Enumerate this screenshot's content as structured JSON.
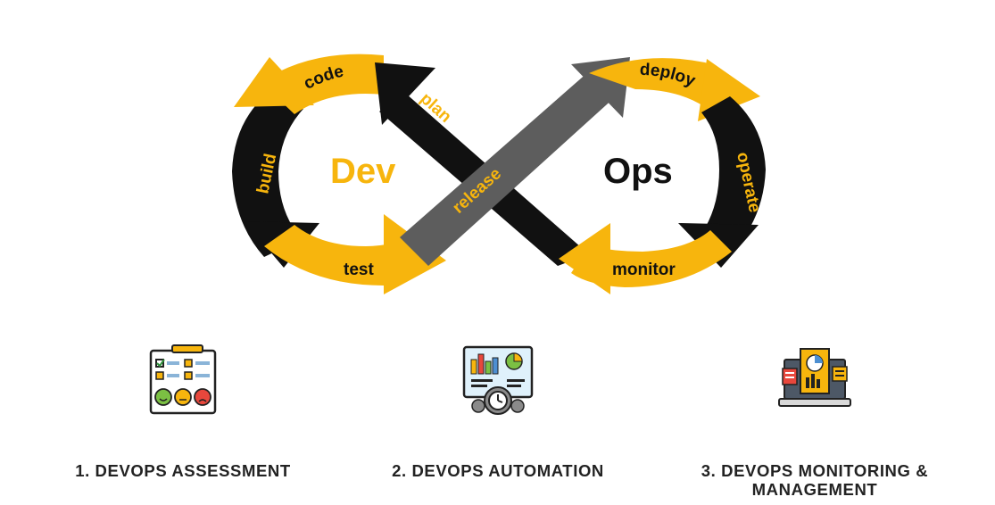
{
  "colors": {
    "yellow": "#f7b50d",
    "black": "#111111",
    "gray": "#5d5d5d"
  },
  "loop": {
    "dev_label": "Dev",
    "ops_label": "Ops",
    "stages": {
      "code": "code",
      "plan": "plan",
      "build": "build",
      "test": "test",
      "release": "release",
      "deploy": "deploy",
      "operate": "operate",
      "monitor": "monitor"
    }
  },
  "steps": [
    {
      "title": "1. DEVOPS ASSESSMENT",
      "icon": "assessment-checklist-icon"
    },
    {
      "title": "2. DEVOPS AUTOMATION",
      "icon": "automation-dashboard-icon"
    },
    {
      "title": "3. DEVOPS MONITORING & MANAGEMENT",
      "icon": "monitoring-laptop-icon"
    }
  ]
}
